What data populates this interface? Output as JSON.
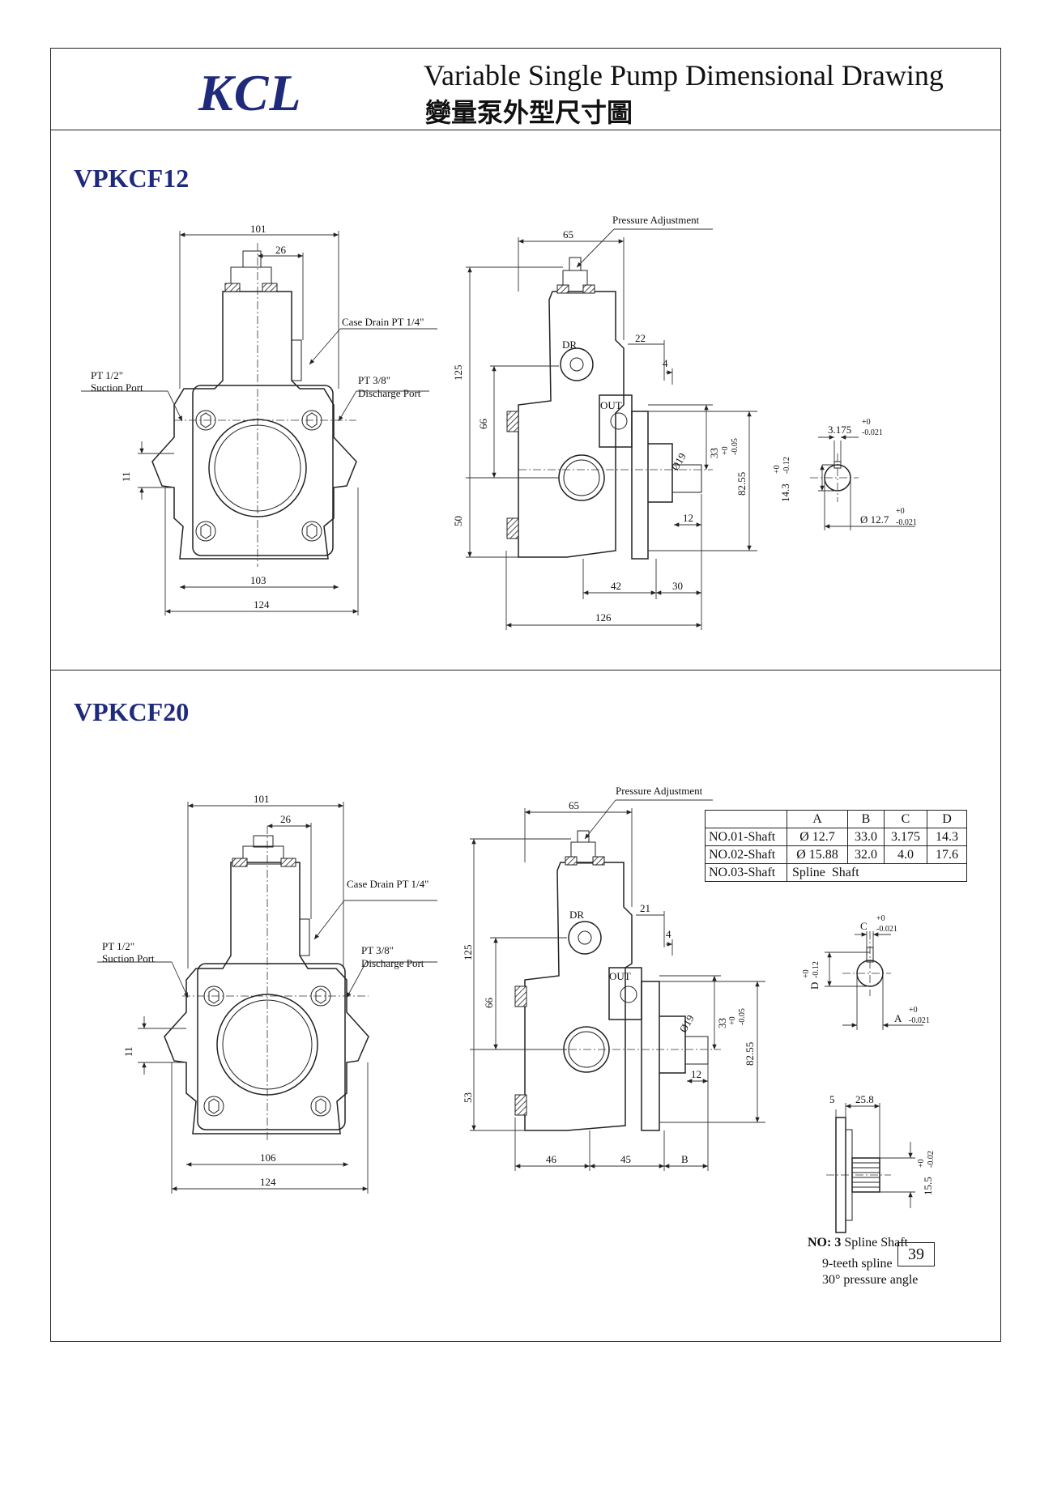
{
  "header": {
    "logo": "KCL",
    "title_en": "Variable Single Pump Dimensional Drawing",
    "title_zh": "變量泵外型尺寸圖"
  },
  "sections": {
    "top": {
      "model": "VPKCF12",
      "front": {
        "dim_101": "101",
        "dim_26": "26",
        "case_drain": "Case Drain PT 1/4\"",
        "suction_pt": "PT 1/2\"",
        "suction_label": "Suction Port",
        "discharge_pt": "PT 3/8\"",
        "discharge_label": "Discharge Port",
        "dim_11": "11",
        "dim_bottom_inner": "103",
        "dim_bottom_outer": "124"
      },
      "side": {
        "pressure_adj": "Pressure Adjustment",
        "dim_65": "65",
        "dim_22": "22",
        "dim_4": "4",
        "dr": "DR",
        "out": "OUT",
        "dim_125": "125",
        "dim_66": "66",
        "dim_50": "50",
        "dim_dia19": "Ø19",
        "dim_33": "33",
        "tol_33_upper": "+0",
        "tol_33_lower": "-0.05",
        "dim_8255": "82.55",
        "dim_12": "12",
        "dim_left": "42",
        "dim_right": "30",
        "dim_total": "126"
      },
      "shaft": {
        "key_w": "3.175",
        "key_w_up": "+0",
        "key_w_lo": "-0.021",
        "key_h": "14.3",
        "key_h_up": "+0",
        "key_h_lo": "-0.12",
        "dia": "Ø 12.7",
        "dia_up": "+0",
        "dia_lo": "-0.021"
      }
    },
    "bottom": {
      "model": "VPKCF20",
      "front": {
        "dim_101": "101",
        "dim_26": "26",
        "case_drain": "Case Drain PT 1/4\"",
        "suction_pt": "PT 1/2\"",
        "suction_label": "Suction Port",
        "discharge_pt": "PT 3/8\"",
        "discharge_label": "Discharge Port",
        "dim_11": "11",
        "dim_bottom_inner": "106",
        "dim_bottom_outer": "124"
      },
      "side": {
        "pressure_adj": "Pressure Adjustment",
        "dim_65": "65",
        "dim_21": "21",
        "dim_4": "4",
        "dr": "DR",
        "out": "OUT",
        "dim_125": "125",
        "dim_66": "66",
        "dim_53": "53",
        "dim_dia19": "Ø19",
        "dim_33": "33",
        "tol_33_upper": "+0",
        "tol_33_lower": "-0.05",
        "dim_8255": "82.55",
        "dim_12": "12",
        "dim_left": "46",
        "dim_mid": "45",
        "dim_right": "B"
      },
      "shaft_table": {
        "headers": [
          "",
          "A",
          "B",
          "C",
          "D"
        ],
        "rows": [
          [
            "NO.01-Shaft",
            "Ø 12.7",
            "33.0",
            "3.175",
            "14.3"
          ],
          [
            "NO.02-Shaft",
            "Ø 15.88",
            "32.0",
            "4.0",
            "17.6"
          ],
          [
            "NO.03-Shaft",
            "Spline  Shaft"
          ]
        ]
      },
      "shaft": {
        "c_label": "C",
        "c_up": "+0",
        "c_lo": "-0.021",
        "d_label": "D",
        "d_up": "+0",
        "d_lo": "-0.12",
        "a_label": "A",
        "a_up": "+0",
        "a_lo": "-0.021"
      },
      "spline": {
        "dim_5": "5",
        "dim_258": "25.8",
        "dim_155": "15.5",
        "tol_up": "+0",
        "tol_lo": "-0.02",
        "note_no": "NO: 3",
        "note_title": "Spline Shaft",
        "note_line1": "9-teeth spline",
        "note_line2": "30° pressure angle"
      }
    }
  },
  "page_number": "39",
  "colors": {
    "brand": "#1f2a7a",
    "line": "#222222"
  }
}
